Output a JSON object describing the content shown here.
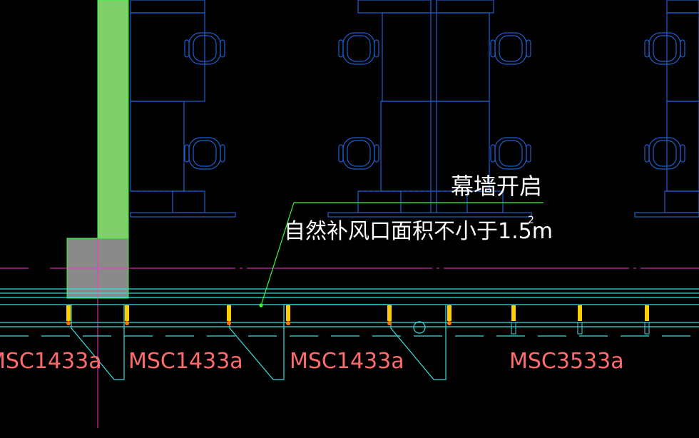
{
  "annotation": {
    "line1": "幕墙开启",
    "line2": "自然补风口面积不小于1.5m",
    "superscript": "2"
  },
  "window_tags": [
    "MSC1433a",
    "MSC1433a",
    "MSC1433a",
    "MSC3533a"
  ],
  "colors": {
    "background": "#000000",
    "furniture": "#1f5fd0",
    "column": "#7fcf6b",
    "column_base": "#8a8a8a",
    "leader": "#33ff33",
    "axis": "#ff33cc",
    "wall": "#33e0e0",
    "mullion": "#ffcc00",
    "tag_text": "#ff6a6a",
    "annotation_text": "#ffffff"
  }
}
